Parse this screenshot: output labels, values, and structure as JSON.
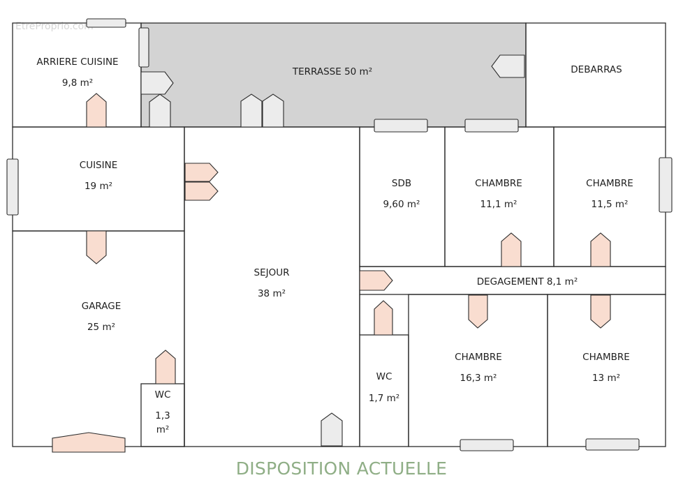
{
  "watermark": "EtreProprio.com",
  "caption": "DISPOSITION ACTUELLE",
  "rooms": {
    "arriere_cuisine": {
      "name": "ARRIERE CUISINE",
      "area": "9,8 m²"
    },
    "terrasse": {
      "name": "TERRASSE  50 m²"
    },
    "debarras": {
      "name": "DEBARRAS"
    },
    "cuisine": {
      "name": "CUISINE",
      "area": "19 m²"
    },
    "sejour": {
      "name": "SEJOUR",
      "area": "38 m²"
    },
    "sdb": {
      "name": "SDB",
      "area": "9,60 m²"
    },
    "chambre_1": {
      "name": "CHAMBRE",
      "area": "11,1 m²"
    },
    "chambre_2": {
      "name": "CHAMBRE",
      "area": "11,5 m²"
    },
    "degagement": {
      "name": "DEGAGEMENT 8,1 m²"
    },
    "garage": {
      "name": "GARAGE",
      "area": "25 m²"
    },
    "wc_garage": {
      "name": "WC",
      "area_line1": "1,3",
      "area_line2": "m²"
    },
    "wc": {
      "name": "WC",
      "area": "1,7 m²"
    },
    "chambre_3": {
      "name": "CHAMBRE",
      "area": "16,3 m²"
    },
    "chambre_4": {
      "name": "CHAMBRE",
      "area": "13 m²"
    }
  },
  "colors": {
    "wall": "#2b2b2b",
    "terrace_fill": "#d3d3d3",
    "door_interior": "#f9ddd0",
    "door_exterior": "#ececec",
    "caption": "#8fae86"
  }
}
